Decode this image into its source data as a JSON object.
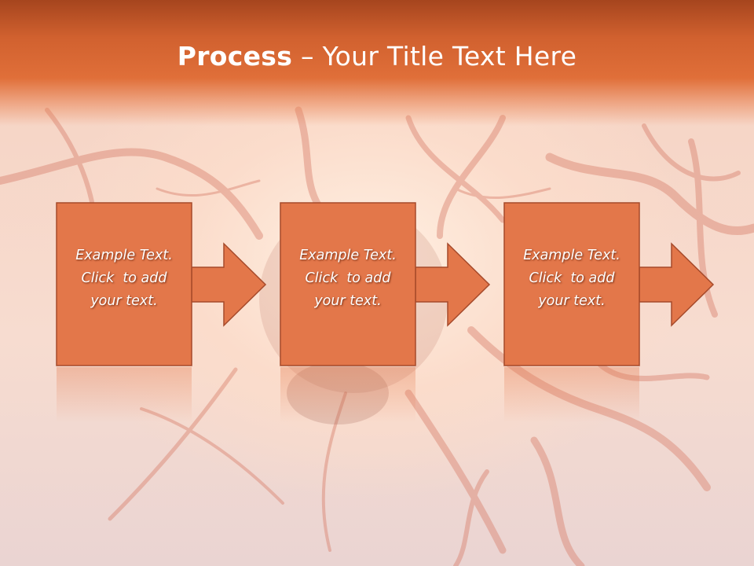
{
  "slide": {
    "title_bold": "Process",
    "title_dash": " – ",
    "title_rest": "Your Title Text Here"
  },
  "colors": {
    "title_band": "#d1612f",
    "step_fill": "#e3774a",
    "step_stroke": "#a64a2b",
    "text": "#ffffff"
  },
  "steps": [
    {
      "line1": "Example Text.",
      "line2": "Click  to add",
      "line3": "your text."
    },
    {
      "line1": "Example Text.",
      "line2": "Click  to add",
      "line3": "your text."
    },
    {
      "line1": "Example Text.",
      "line2": "Click  to add",
      "line3": "your text."
    }
  ]
}
